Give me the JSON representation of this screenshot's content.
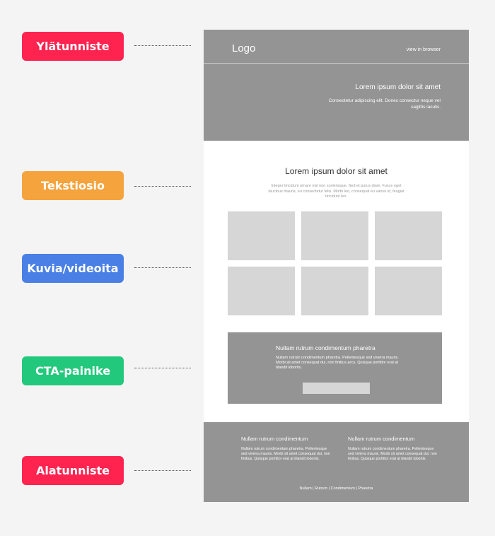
{
  "labels": [
    {
      "text": "Ylätunniste",
      "color": "#ff2350"
    },
    {
      "text": "Tekstiosio",
      "color": "#f5a33d"
    },
    {
      "text": "Kuvia/videoita",
      "color": "#4a7fe6"
    },
    {
      "text": "CTA-painike",
      "color": "#22c87b"
    },
    {
      "text": "Alatunniste",
      "color": "#ff2350"
    }
  ],
  "header": {
    "logo": "Logo",
    "view_in_browser": "view in browser",
    "title": "Lorem ipsum dolor sit amet",
    "subtitle": "Consectetur adipiscing elit. Donec consectur neque vel sagittis iaculis."
  },
  "text_section": {
    "title": "Lorem ipsum dolor sit amet",
    "body": "Integer tincidunt ornare nisl non scelerisque. Sed et purus diam. Fusce eget faucibus mauris, eu consectetur felis. Morbi leo, consequat eu varius id, feugiat tincidunt leo."
  },
  "cta": {
    "title": "Nullam rutrum condimentum pharetra",
    "body": "Nullam rutrum condimentum pharetra. Pellentesque sed viverra mauris. Morbi sit amet consequat dui, non finibus arcu. Quisque porttitor erat at blandit lobortis."
  },
  "footer": {
    "columns": [
      {
        "heading": "Nullam rutrum condimentum",
        "body": "Nullam rutrum condimentum pharetra. Pellentesque sed viverra mauris. Morbi sit amet consequat dui, non finibus. Quisque porttitor erat at blandit lobortis."
      },
      {
        "heading": "Nullam rutrum condimentum",
        "body": "Nullam rutrum condimentum pharetra. Pellentesque sed viverra mauris. Morbi sit amet consequat dui, non finibus. Quisque porttitor erat at blandit lobortis."
      }
    ],
    "links": "Nullam | Rutrum  | Condimentum | Pharetra"
  },
  "colors": {
    "mock_gray": "#949494",
    "tile_gray": "#d6d6d6",
    "background": "#f4f4f4"
  }
}
